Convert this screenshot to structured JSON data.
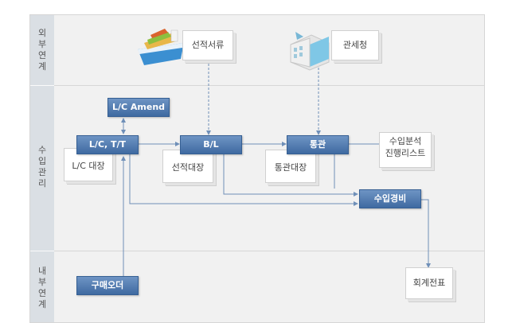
{
  "lanes": {
    "external": "외부연계",
    "import": "수입관리",
    "internal": "내부연계"
  },
  "nodes": {
    "shipping_docs": "선적서류",
    "customs_office": "관세청",
    "lc_amend": "L/C Amend",
    "lc_tt": "L/C, T/T",
    "bl": "B/L",
    "customs_clearance": "통관",
    "lc_ledger": "L/C 대장",
    "shipping_ledger": "선적대장",
    "clearance_ledger": "통관대장",
    "import_analysis_line1": "수입분석",
    "import_analysis_line2": "진행리스트",
    "import_expense": "수입경비",
    "purchase_order": "구매오더",
    "accounting_slip": "회계전표"
  },
  "icons": {
    "ship": "cargo-ship-icon",
    "building": "customs-building-icon"
  },
  "colors": {
    "box_blue": "#4a73a8",
    "lane_label": "#dadfe4",
    "line": "#6f8fb8"
  }
}
